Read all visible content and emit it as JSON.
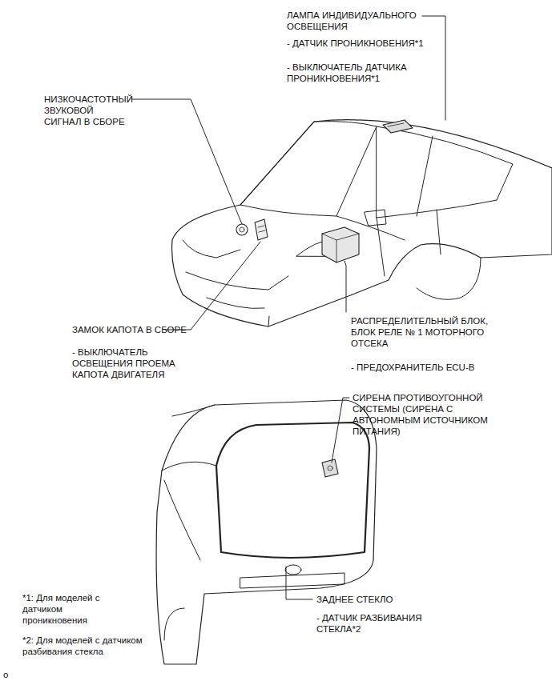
{
  "diagram": {
    "labels": [
      "ЛАМПА ИНДИВИДУАЛЬНОГО ОСВЕЩЕНИЯ",
      "- ДАТЧИК ПРОНИКНОВЕНИЯ*1",
      "- ВЫКЛЮЧАТЕЛЬ ДАТЧИКА ПРОНИКНОВЕНИЯ*1",
      "НИЗКОЧАСТОТНЫЙ ЗВУКОВОЙ СИГНАЛ В СБОРЕ",
      "РАСПРЕДЕЛИТЕЛЬНЫЙ БЛОК, БЛОК РЕЛЕ № 1 МОТОРНОГО ОТСЕКА",
      "- ПРЕДОХРАНИТЕЛЬ ECU-B",
      "ЗАМОК КАПОТА В СБОРЕ",
      "- ВЫКЛЮЧАТЕЛЬ ОСВЕЩЕНИЯ ПРОЕМА КАПОТА ДВИГАТЕЛЯ",
      "СИРЕНА ПРОТИВОУГОННОЙ СИСТЕМЫ (СИРЕНА С АВТОНОМНЫМ ИСТОЧНИКОМ ПИТАНИЯ)",
      "ЗАДНЕЕ СТЕКЛО",
      "- ДАТЧИК РАЗБИВАНИЯ СТЕКЛА*2",
      "*1: Для моделей с датчиком проникновения",
      "*2: Для моделей с датчиком разбивания стекла",
      "o"
    ]
  }
}
